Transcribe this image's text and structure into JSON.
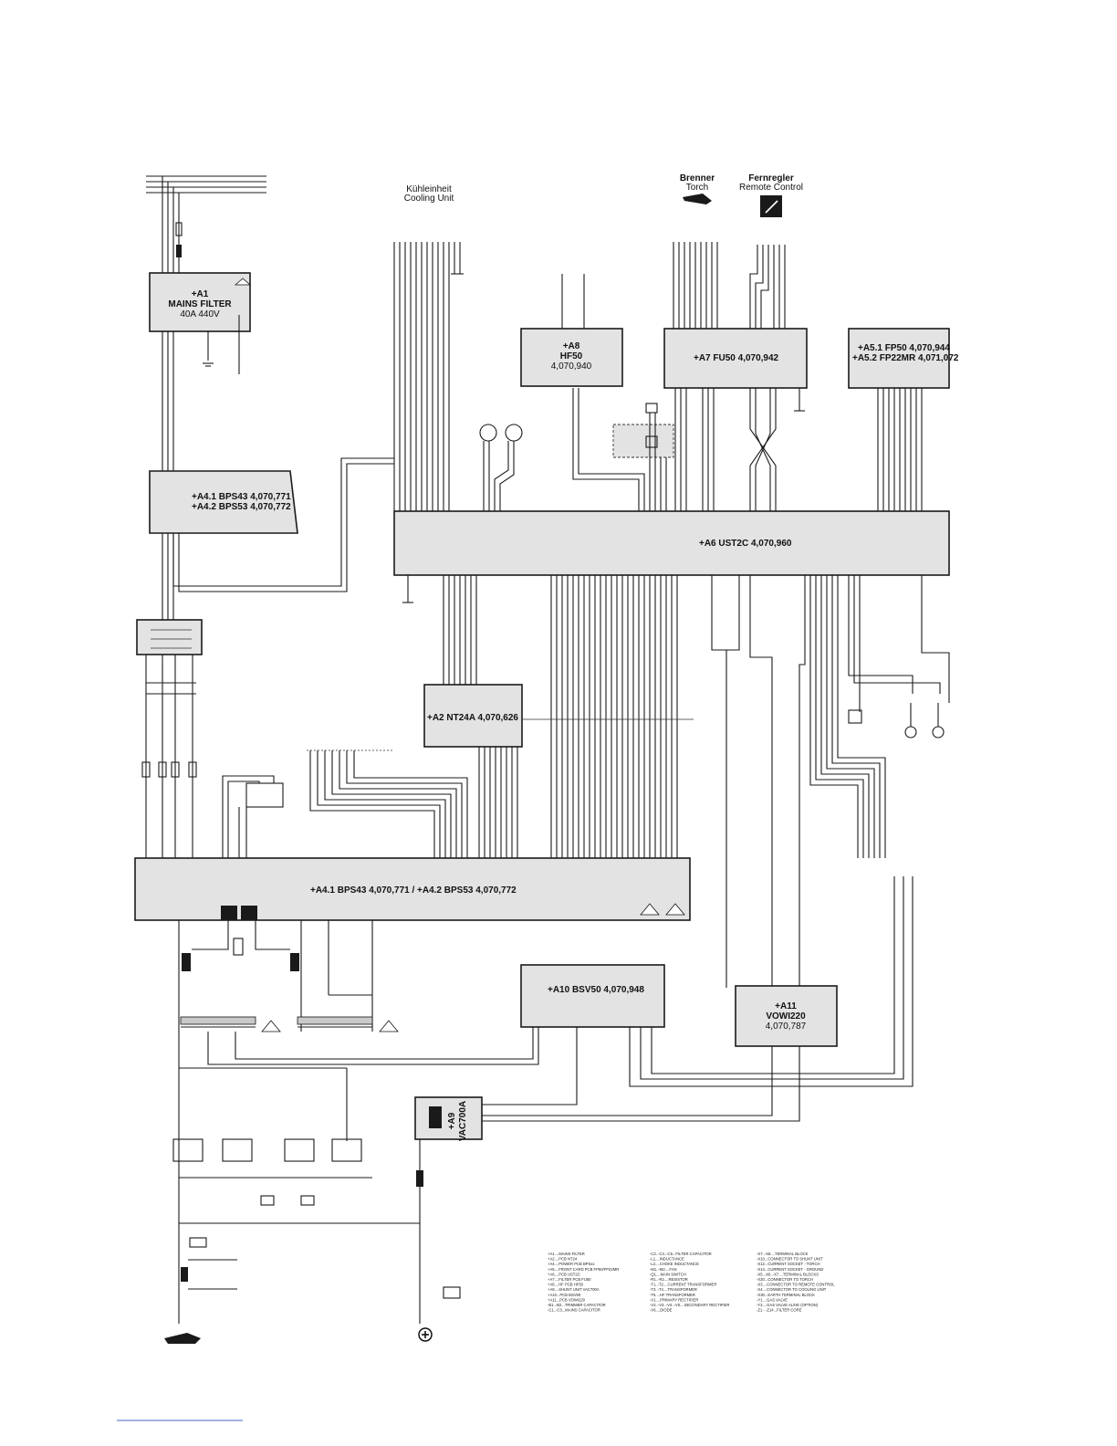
{
  "header": {
    "cooling_unit": [
      "Kühleinheit",
      "Cooling Unit"
    ],
    "torch": [
      "Brenner",
      "Torch"
    ],
    "remote": [
      "Fernregler",
      "Remote Control"
    ]
  },
  "modules": {
    "a1": [
      "+A1",
      "MAINS FILTER",
      "40A 440V"
    ],
    "a4_top": [
      "+A4.1  BPS43  4,070,771",
      "+A4.2  BPS53  4,070,772"
    ],
    "a8": [
      "+A8",
      "HF50",
      "4,070,940"
    ],
    "a7": "+A7   FU50   4,070,942",
    "a5": [
      "+A5.1  FP50  4,070,944",
      "+A5.2  FP22MR  4,071,072"
    ],
    "a6": "+A6   UST2C   4,070,960",
    "a2": "+A2  NT24A  4,070,626",
    "a4_main": "+A4.1  BPS43  4,070,771  /  +A4.2  BPS53  4,070,772",
    "a10": "+A10  BSV50  4,070,948",
    "a11": [
      "+A11",
      "VOWI220",
      "4,070,787"
    ],
    "a9": [
      "+A9",
      "VAC700A"
    ]
  },
  "legend": {
    "col1": [
      "+A1....MAINS FILTER",
      "+A2....PCB NT24",
      "+A4....POWER PCB BPSxx",
      "+A5....FRONT CARD PCB FP50/FP22MR",
      "+A6....PCB UST2C",
      "+A7....FILTER PCB FU50",
      "+A8....HF PCB HF50",
      "+A9....SHUNT UNIT VAC700A",
      "+A10...PCB BSV50",
      "+A11...PCB VOWI220",
      "-B1..-B2...TRIMMER CAPACITOR",
      "-C1..-C3...MAINS CAPACITOR"
    ],
    "col2": [
      "-C2..-C4..-C5...FILTER CAPACITOR",
      "-L1....INDUCTANCE",
      "-L2....CHOKE INDUCTANCE",
      "-M1..-M2....FAN",
      "-Q1....MAIN SWITCH",
      "-R1..-R2....RESISTOR",
      "-T1..-T2....CURRENT TRANSFORMER",
      "-T3..-T4....TRANSFORMER",
      "-T5....HF TRANSFORMER",
      "-V1....PRIMARY RECTIFIER",
      "-V2..-V3..-V4..-V5....SECONDARY RECTIFIER",
      "-V6....DIODE"
    ],
    "col3": [
      "-X7..-X8....TERMINAL BLOCK",
      "-X10...CONNECTOR TO SHUNT UNIT",
      "-X12...CURRENT SOCKET - TORCH",
      "-X14...CURRENT SOCKET - GROUND",
      "-X5..-X6..-X7....TERMINAL BLOCKS",
      "-X20...CONNECTOR TO TORCH",
      "-X3....CONNECTOR TO REMOTE CONTROL",
      "-X4....CONNECTOR TO COOLING UNIT",
      "-X30...EARTH TERMINAL BLOCK",
      "-Y1....GAS VALVE",
      "-Y2....GAS VALVE AL/HE (OPTION)",
      "-Z1 - -Z14...FILTER CORE"
    ]
  }
}
